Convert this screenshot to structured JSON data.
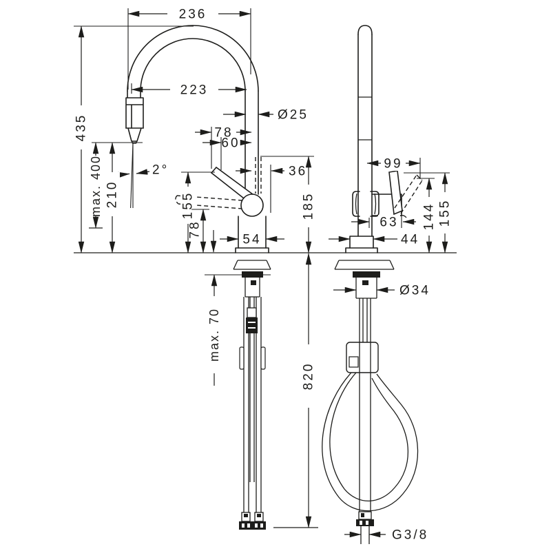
{
  "meta": {
    "drawing_type": "faucet technical dimension drawing",
    "line_color": "#1d1d1b",
    "background_color": "#ffffff",
    "views": [
      "front view with under-counter hoses",
      "side view with hose loop"
    ]
  },
  "dims": {
    "front": {
      "overall_width": "236",
      "inner_width": "223",
      "spout_diameter": "Ø25",
      "handle_offset_a": "78",
      "handle_offset_b": "60",
      "hose_offset": "36",
      "spray_angle": "2°",
      "total_height": "435",
      "max_pullout": "max. 400",
      "spout_height": "210",
      "handle_up_height": "155",
      "handle_down_height": "78",
      "base_width": "54",
      "body_height": "185",
      "max_counter_thickness": "max. 70",
      "hose_length": "820"
    },
    "side": {
      "handle_reach": "99",
      "body_depth": "63",
      "handle_height_a": "144",
      "handle_height_b": "155",
      "base_depth": "44",
      "shank_diameter": "Ø34",
      "connection_thread": "G3/8"
    }
  }
}
